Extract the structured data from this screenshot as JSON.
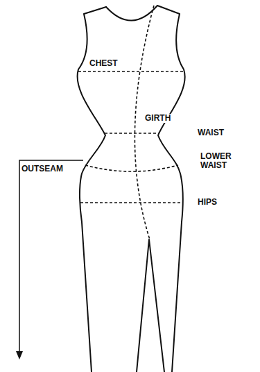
{
  "diagram": {
    "labels": [
      "CHEST",
      "GIRTH",
      "WAIST",
      "LOWER WAIST",
      "OUTSEAM",
      "HIPS"
    ]
  }
}
